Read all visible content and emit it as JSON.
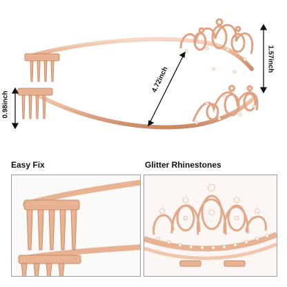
{
  "product_image": {
    "dimensions": {
      "length_label": "4.72inch",
      "height_label": "1.57inch",
      "comb_label": "0.98inch"
    },
    "features": [
      {
        "title": "Easy Fix",
        "image_icon": "comb-closeup-icon"
      },
      {
        "title": "Glitter Rhinestones",
        "image_icon": "tiara-crown-closeup-icon"
      }
    ],
    "colors": {
      "rose_gold": "#e8b392",
      "rose_gold_dark": "#c98a66",
      "rose_gold_light": "#f6d9c6",
      "rhinestone": "#fbf3ee",
      "panel_border": "#9a9a9a",
      "text": "#111111"
    }
  }
}
